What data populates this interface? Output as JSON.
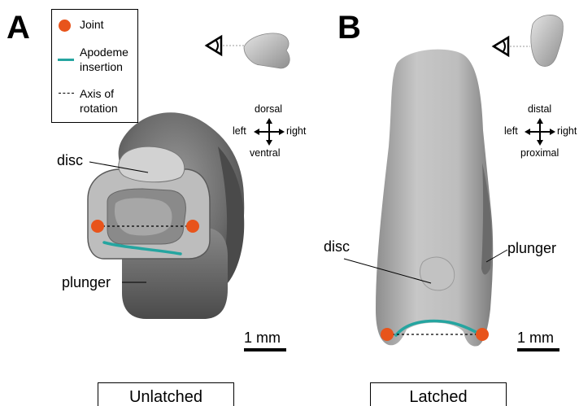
{
  "panels": {
    "a": {
      "letter": "A",
      "labels": {
        "disc": "disc",
        "plunger": "plunger"
      },
      "directions": {
        "up": "dorsal",
        "down": "ventral",
        "left": "left",
        "right": "right"
      },
      "scale_bar": "1 mm",
      "state": "Unlatched"
    },
    "b": {
      "letter": "B",
      "labels": {
        "disc": "disc",
        "plunger": "plunger"
      },
      "directions": {
        "up": "distal",
        "down": "proximal",
        "left": "left",
        "right": "right"
      },
      "scale_bar": "1 mm",
      "state": "Latched"
    }
  },
  "legend": {
    "joint": "Joint",
    "apodeme_line1": "Apodeme",
    "apodeme_line2": "insertion",
    "axis_line1": "Axis of",
    "axis_line2": "rotation"
  },
  "colors": {
    "joint": "#e8541b",
    "apodeme": "#25a5a0",
    "specimen_dark": "#5f5f5f",
    "specimen_light": "#c9c9c9"
  }
}
